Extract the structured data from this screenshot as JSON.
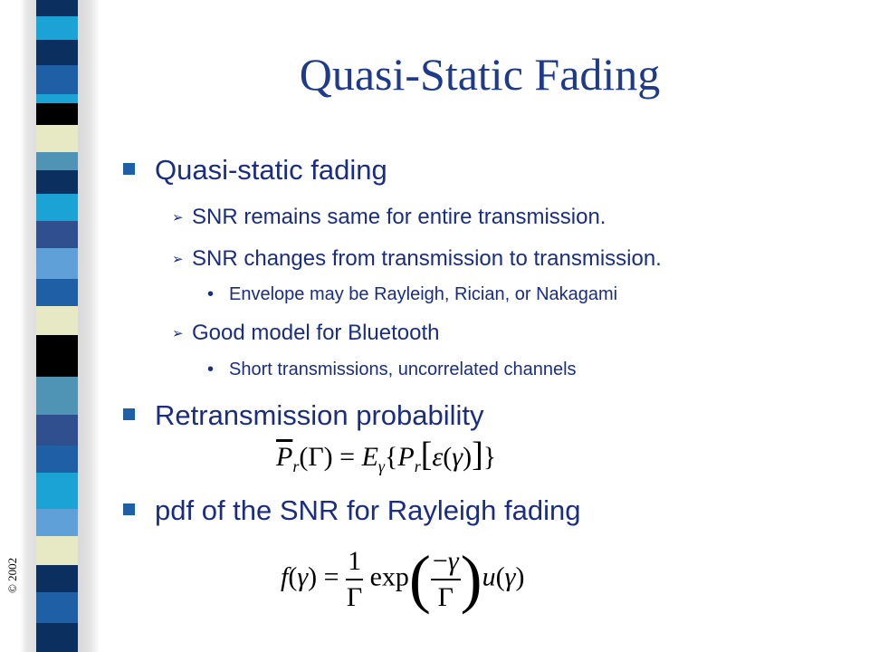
{
  "slide": {
    "title": "Quasi-Static Fading",
    "copyright": "© 2002",
    "bullets": [
      {
        "text": "Quasi-static fading",
        "sub": [
          {
            "text": "SNR remains same for entire transmission."
          },
          {
            "text": "SNR changes from transmission to transmission.",
            "sub": [
              "Envelope may be Rayleigh, Rician, or Nakagami"
            ]
          },
          {
            "text": "Good model for Bluetooth",
            "sub": [
              "Short transmissions, uncorrelated channels"
            ]
          }
        ]
      },
      {
        "text": "Retransmission probability"
      },
      {
        "text": "pdf of the SNR for Rayleigh fading"
      }
    ],
    "equations": {
      "retransmission": "P̄r(Γ) = Eγ{Pr[ε(γ)]}",
      "pdf": "f(γ) = (1/Γ) exp(−γ/Γ) u(γ)"
    }
  },
  "theme": {
    "title_color": "#1f3a8a",
    "text_color": "#1a2d82",
    "bullet_color": "#1f5fa6",
    "strip_colors": [
      "#0b2f5f",
      "#1f5fa6",
      "#5fa0d8",
      "#1ca3d6",
      "#e7e8c4",
      "#000000",
      "#2f4f8f",
      "#4f93b5"
    ]
  }
}
